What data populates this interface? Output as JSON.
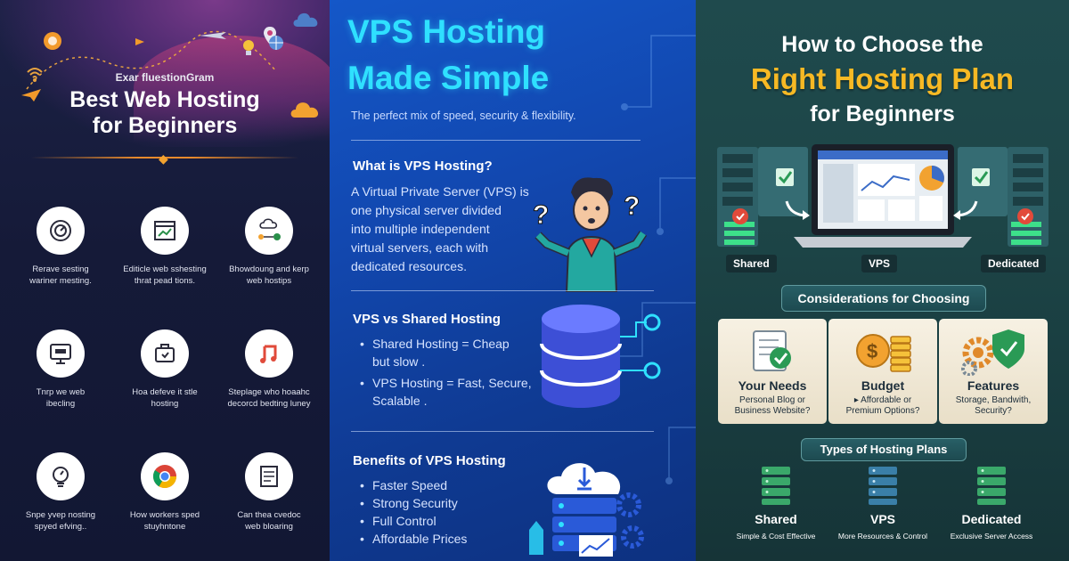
{
  "panel1": {
    "brand": "Exar fluestionGram",
    "title_line1": "Best Web Hosting",
    "title_line2": "for Beginners",
    "items": [
      {
        "line1": "Rerave sesting",
        "line2": "wariner mesting."
      },
      {
        "line1": "Editicle web sshesting",
        "line2": "thrat pead tions."
      },
      {
        "line1": "Bhowdoung and kerp",
        "line2": "web hostips"
      },
      {
        "line1": "Tnrp we web",
        "line2": "ibecling"
      },
      {
        "line1": "Hoa defeve it stle",
        "line2": "hosting"
      },
      {
        "line1": "Steplage who hoaahc",
        "line2": "decorcd bedting luney"
      },
      {
        "line1": "Snpe yvep nosting",
        "line2": "spyed efving.."
      },
      {
        "line1": "How workers sped",
        "line2": "stuyhntone"
      },
      {
        "line1": "Can thea cvedoc",
        "line2": "web bloaring"
      }
    ],
    "colors": {
      "accent": "#e88a2c"
    }
  },
  "panel2": {
    "title_line1": "VPS Hosting",
    "title_line2": "Made Simple",
    "subtitle": "The perfect mix of speed, security & flexibility.",
    "section1": {
      "heading": "What is VPS Hosting?",
      "lines": [
        "A Virtual Private Server (VPS) is",
        "one physical server divided",
        "into multiple independent",
        "virtual servers, each with",
        "dedicated resources."
      ]
    },
    "section2": {
      "heading": "VPS vs Shared Hosting",
      "bullets": [
        {
          "line1": "Shared  Hosting  =  Cheap",
          "line2": "but slow ."
        },
        {
          "line1": "VPS Hosting = Fast, Secure,",
          "line2": "Scalable ."
        }
      ]
    },
    "section3": {
      "heading": "Benefits of VPS Hosting",
      "bullets": [
        "Faster Speed",
        "Strong Security",
        "Full Control",
        "Affordable Prices"
      ]
    },
    "colors": {
      "title": "#2fe0ff",
      "background": "#1248b0"
    }
  },
  "panel3": {
    "title_line1": "How to Choose the",
    "title_line2": "Right Hosting Plan",
    "title_line3": "for Beginners",
    "labels": {
      "shared": "Shared",
      "vps": "VPS",
      "dedicated": "Dedicated"
    },
    "considerations_title": "Considerations for Choosing",
    "cards": [
      {
        "title": "Your Needs",
        "line1": "Personal Blog or",
        "line2": "Business Website?"
      },
      {
        "title": "Budget",
        "line1": "▸ Affordable or",
        "line2": "Premium Options?"
      },
      {
        "title": "Features",
        "line1": "Storage, Bandwith,",
        "line2": "Security?"
      }
    ],
    "types_title": "Types of Hosting Plans",
    "types": [
      {
        "name": "Shared",
        "desc": "Simple & Cost Effective"
      },
      {
        "name": "VPS",
        "desc": "More Resources & Control"
      },
      {
        "name": "Dedicated",
        "desc": "Exclusive Server Access"
      }
    ],
    "colors": {
      "highlight": "#f7b924"
    }
  }
}
